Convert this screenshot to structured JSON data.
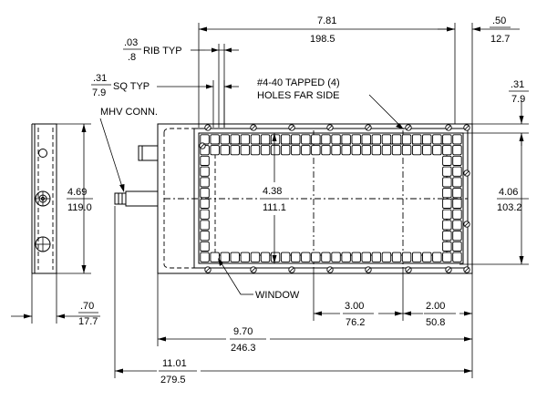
{
  "dimensions": {
    "width_overall": {
      "in": "7.81",
      "mm": "198.5"
    },
    "right_offset": {
      "in": ".50",
      "mm": "12.7"
    },
    "rib": {
      "in": ".03",
      "mm": ".8",
      "note": "RIB TYP"
    },
    "square": {
      "in": ".31",
      "mm": "7.9",
      "note": "SQ TYP"
    },
    "top_margin": {
      "in": ".31",
      "mm": "7.9"
    },
    "side_height": {
      "in": "4.69",
      "mm": "119.0"
    },
    "window_height": {
      "in": "4.38",
      "mm": "111.1"
    },
    "hole_spacing_v": {
      "in": "4.06",
      "mm": "103.2"
    },
    "side_depth": {
      "in": ".70",
      "mm": "17.7"
    },
    "hole_spacing_1": {
      "in": "3.00",
      "mm": "76.2"
    },
    "hole_spacing_2": {
      "in": "2.00",
      "mm": "50.8"
    },
    "body_length": {
      "in": "9.70",
      "mm": "246.3"
    },
    "total_length": {
      "in": "11.01",
      "mm": "279.5"
    }
  },
  "labels": {
    "tapped_line1": "#4-40 TAPPED (4)",
    "tapped_line2": "HOLES FAR SIDE",
    "mhv": "MHV CONN.",
    "window": "WINDOW"
  },
  "grid": {
    "columns": 26,
    "rows": 12
  }
}
